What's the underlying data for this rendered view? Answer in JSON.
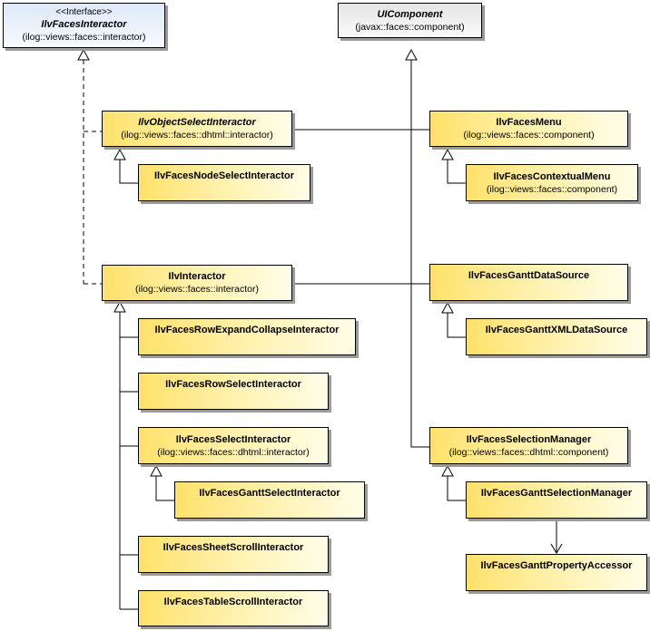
{
  "boxes": {
    "ilv_faces_interactor": {
      "stereotype": "<<Interface>>",
      "name": "IlvFacesInteractor",
      "package": "(ilog::views::faces::interactor)"
    },
    "ui_component": {
      "name": "UIComponent",
      "package": "(javax::faces::component)"
    },
    "ilv_object_select_interactor": {
      "name": "IlvObjectSelectInteractor",
      "package": "(ilog::views::faces::dhtml::interactor)"
    },
    "ilv_faces_node_select_interactor": {
      "name": "IlvFacesNodeSelectInteractor"
    },
    "ilv_faces_menu": {
      "name": "IlvFacesMenu",
      "package": "(ilog::views::faces::component)"
    },
    "ilv_faces_contextual_menu": {
      "name": "IlvFacesContextualMenu",
      "package": "(ilog::views::faces::component)"
    },
    "ilv_interactor": {
      "name": "IlvInteractor",
      "package": "(ilog::views::faces::interactor)"
    },
    "ilv_faces_gantt_data_source": {
      "name": "IlvFacesGanttDataSource"
    },
    "ilv_faces_row_expand_collapse_interactor": {
      "name": "IlvFacesRowExpandCollapseInteractor"
    },
    "ilv_faces_gantt_xml_data_source": {
      "name": "IlvFacesGanttXMLDataSource"
    },
    "ilv_faces_row_select_interactor": {
      "name": "IlvFacesRowSelectInteractor"
    },
    "ilv_faces_select_interactor": {
      "name": "IlvFacesSelectInteractor",
      "package": "(ilog::views::faces::dhtml::interactor)"
    },
    "ilv_faces_selection_manager": {
      "name": "IlvFacesSelectionManager",
      "package": "(ilog::views::faces::dhtml::component)"
    },
    "ilv_faces_gantt_select_interactor": {
      "name": "IlvFacesGanttSelectInteractor"
    },
    "ilv_faces_gantt_selection_manager": {
      "name": "IlvFacesGanttSelectionManager"
    },
    "ilv_faces_gantt_property_accessor": {
      "name": "IlvFacesGanttPropertyAccessor"
    },
    "ilv_faces_sheet_scroll_interactor": {
      "name": "IlvFacesSheetScrollInteractor"
    },
    "ilv_faces_table_scroll_interactor": {
      "name": "IlvFacesTableScrollInteractor"
    }
  },
  "colors": {
    "line": "#000000",
    "class_fill": "#ffe16b",
    "interface_fill": "#dde8f8",
    "base_fill": "#e4e4e4",
    "shadow": "#9a9a9a"
  }
}
